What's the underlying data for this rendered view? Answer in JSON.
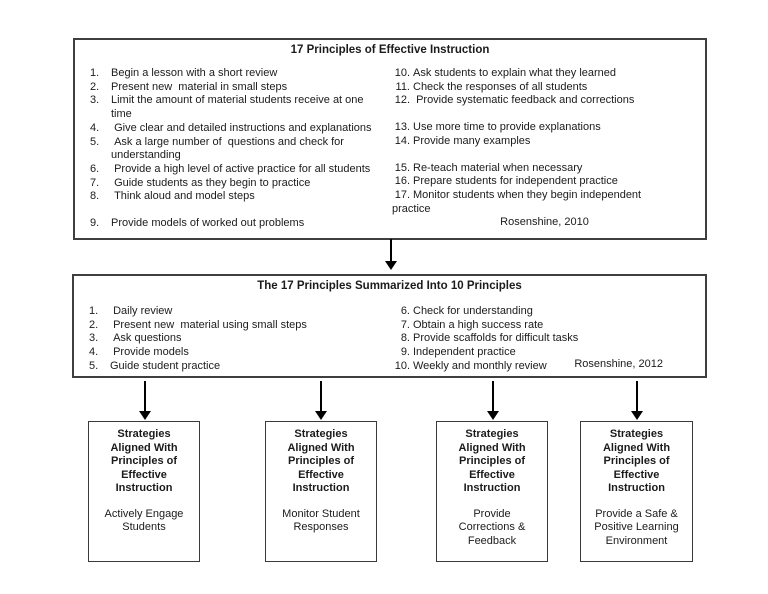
{
  "colors": {
    "background": "#ffffff",
    "box_border": "#3f3f3f",
    "text": "#1b1b1b",
    "arrow": "#000000"
  },
  "top_box": {
    "title": "17 Principles of Effective Instruction",
    "attribution": "Rosenshine, 2010",
    "left_items": [
      {
        "num": "1.",
        "text": "Begin a lesson with a short review"
      },
      {
        "num": "2.",
        "text": "Present new  material in small steps"
      },
      {
        "num": "3.",
        "text": "Limit the amount of material students receive at one"
      },
      {
        "num": "",
        "text": "time"
      },
      {
        "num": "4.",
        "text": " Give clear and detailed instructions and explanations"
      },
      {
        "num": "5.",
        "text": " Ask a large number of  questions and check for"
      },
      {
        "num": "",
        "text": "understanding"
      },
      {
        "num": "6.",
        "text": " Provide a high level of active practice for all students"
      },
      {
        "num": "7.",
        "text": " Guide students as they begin to practice"
      },
      {
        "num": "8.",
        "text": " Think aloud and model steps"
      },
      {
        "num": "9.",
        "text": "Provide models of worked out problems",
        "gap": true
      }
    ],
    "right_items": [
      {
        "num": "10.",
        "text": "Ask students to explain what they learned"
      },
      {
        "num": "11.",
        "text": "Check the responses of all students"
      },
      {
        "num": "12.",
        "text": " Provide systematic feedback and corrections"
      },
      {
        "num": "13.",
        "text": "Use more time to provide explanations",
        "gap": true
      },
      {
        "num": "14.",
        "text": "Provide many examples"
      },
      {
        "num": "15.",
        "text": "Re-teach material when necessary",
        "gap": true
      },
      {
        "num": "16.",
        "text": "Prepare students for independent practice"
      },
      {
        "num": "17.",
        "text": "Monitor students when they begin independent"
      },
      {
        "num": "",
        "text": "practice",
        "flush": true
      }
    ]
  },
  "summary_box": {
    "title": "The 17 Principles Summarized Into 10 Principles",
    "attribution": "Rosenshine, 2012",
    "left_items": [
      {
        "num": "1.",
        "text": " Daily review"
      },
      {
        "num": "2.",
        "text": " Present new  material using small steps"
      },
      {
        "num": "3.",
        "text": " Ask questions"
      },
      {
        "num": "4.",
        "text": " Provide models"
      },
      {
        "num": "5.",
        "text": "Guide student practice"
      }
    ],
    "right_items": [
      {
        "num": "6.",
        "text": "Check for understanding"
      },
      {
        "num": "7.",
        "text": "Obtain a high success rate"
      },
      {
        "num": "8.",
        "text": "Provide scaffolds for difficult tasks"
      },
      {
        "num": "9.",
        "text": "Independent practice"
      },
      {
        "num": "10.",
        "text": "Weekly and monthly review"
      }
    ]
  },
  "strategy_boxes": [
    {
      "heading": "Strategies Aligned With Principles of Effective Instruction",
      "strategy": "Actively Engage Students"
    },
    {
      "heading": "Strategies Aligned With Principles of Effective Instruction",
      "strategy": "Monitor Student Responses"
    },
    {
      "heading": "Strategies Aligned With Principles of Effective Instruction",
      "strategy": "Provide Corrections & Feedback"
    },
    {
      "heading": "Strategies Aligned With Principles of Effective Instruction",
      "strategy": "Provide a Safe & Positive Learning Environment"
    }
  ]
}
